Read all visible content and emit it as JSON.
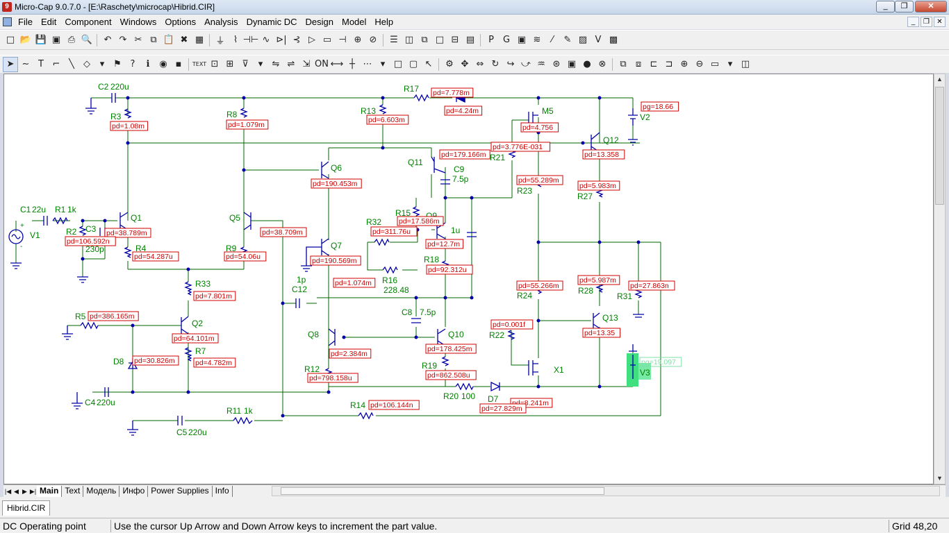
{
  "window": {
    "title": "Micro-Cap 9.0.7.0 - [E:\\Raschety\\microcap\\Hibrid.CIR]",
    "app_icon": "micro-cap-icon",
    "minimize": "_",
    "maximize": "❐",
    "close": "✕"
  },
  "menu": [
    {
      "label": "File"
    },
    {
      "label": "Edit"
    },
    {
      "label": "Component"
    },
    {
      "label": "Windows"
    },
    {
      "label": "Options"
    },
    {
      "label": "Analysis"
    },
    {
      "label": "Dynamic DC"
    },
    {
      "label": "Design"
    },
    {
      "label": "Model"
    },
    {
      "label": "Help"
    }
  ],
  "mdi_controls": {
    "minimize": "_",
    "restore": "❐",
    "close": "✕"
  },
  "toolbar1": [
    {
      "icon": "new-icon",
      "g": "□"
    },
    {
      "icon": "open-icon",
      "g": "📂"
    },
    {
      "icon": "save-icon",
      "g": "💾"
    },
    {
      "icon": "save-all-icon",
      "g": "▣"
    },
    {
      "icon": "print-icon",
      "g": "⎙"
    },
    {
      "icon": "print-preview-icon",
      "g": "🔍"
    },
    {
      "sep": true
    },
    {
      "icon": "undo-icon",
      "g": "↶"
    },
    {
      "icon": "redo-icon",
      "g": "↷"
    },
    {
      "icon": "cut-icon",
      "g": "✂"
    },
    {
      "icon": "copy-icon",
      "g": "⧉"
    },
    {
      "icon": "paste-icon",
      "g": "📋"
    },
    {
      "icon": "delete-icon",
      "g": "✖"
    },
    {
      "icon": "select-all-icon",
      "g": "▦"
    },
    {
      "sep": true
    },
    {
      "icon": "ground-icon",
      "g": "⏚"
    },
    {
      "icon": "resistor-icon",
      "g": "⌇"
    },
    {
      "icon": "capacitor-icon",
      "g": "⊣⊢"
    },
    {
      "icon": "inductor-icon",
      "g": "∿"
    },
    {
      "icon": "diode-icon",
      "g": "⊳|"
    },
    {
      "icon": "npn-icon",
      "g": "⊰"
    },
    {
      "icon": "opamp-icon",
      "g": "▷"
    },
    {
      "icon": "ic-icon",
      "g": "▭"
    },
    {
      "icon": "battery-icon",
      "g": "⊣"
    },
    {
      "icon": "source-icon",
      "g": "⊕"
    },
    {
      "icon": "switch-icon",
      "g": "⊘"
    },
    {
      "sep": true
    },
    {
      "icon": "tile-horizontal-icon",
      "g": "☰"
    },
    {
      "icon": "tile-vertical-icon",
      "g": "◫"
    },
    {
      "icon": "cascade-icon",
      "g": "⧉"
    },
    {
      "icon": "window-icon",
      "g": "□"
    },
    {
      "icon": "split-icon",
      "g": "⊟"
    },
    {
      "icon": "calculator-icon",
      "g": "▤"
    },
    {
      "sep": true
    },
    {
      "icon": "p-icon",
      "g": "P"
    },
    {
      "icon": "g-icon",
      "g": "G"
    },
    {
      "icon": "window-list-icon",
      "g": "▣"
    },
    {
      "icon": "waveform-icon",
      "g": "≋"
    },
    {
      "icon": "wand-icon",
      "g": "⁄"
    },
    {
      "icon": "probe-icon",
      "g": "✎"
    },
    {
      "icon": "chart-icon",
      "g": "▨"
    },
    {
      "icon": "vp-icon",
      "g": "V"
    },
    {
      "icon": "image-icon",
      "g": "▩"
    }
  ],
  "toolbar2": [
    {
      "icon": "select-arrow-icon",
      "g": "➤",
      "pressed": true
    },
    {
      "icon": "wire-icon",
      "g": "∼"
    },
    {
      "icon": "text-tool-icon",
      "g": "T"
    },
    {
      "icon": "wire-bend-icon",
      "g": "⌐"
    },
    {
      "icon": "line-icon",
      "g": "╲"
    },
    {
      "icon": "shape-icon",
      "g": "◇"
    },
    {
      "icon": "shape-dropdown-icon",
      "g": "▾"
    },
    {
      "icon": "flag-icon",
      "g": "⚑"
    },
    {
      "icon": "help-icon",
      "g": "?"
    },
    {
      "icon": "info-icon",
      "g": "ℹ"
    },
    {
      "icon": "globe-icon",
      "g": "◉"
    },
    {
      "icon": "component-icon",
      "g": "▪"
    },
    {
      "sep": true
    },
    {
      "icon": "text-label-icon",
      "g": "TEXT"
    },
    {
      "icon": "attribute-icon",
      "g": "⊡"
    },
    {
      "icon": "node-icon",
      "g": "⊞"
    },
    {
      "icon": "pin-icon",
      "g": "⊽"
    },
    {
      "icon": "pin-dropdown-icon",
      "g": "▾"
    },
    {
      "icon": "flip-icon",
      "g": "⇋"
    },
    {
      "icon": "mirror-icon",
      "g": "⇌"
    },
    {
      "icon": "cursor-icon",
      "g": "⇲"
    },
    {
      "icon": "on-icon",
      "g": "ON"
    },
    {
      "icon": "bus-icon",
      "g": "⟷"
    },
    {
      "icon": "cross-icon",
      "g": "┼"
    },
    {
      "icon": "grid-icon",
      "g": "⋯"
    },
    {
      "icon": "grid-dropdown-icon",
      "g": "▾"
    },
    {
      "icon": "box-icon",
      "g": "□"
    },
    {
      "icon": "page-icon",
      "g": "▢"
    },
    {
      "icon": "arrow-select-icon",
      "g": "↖"
    },
    {
      "sep": true
    },
    {
      "icon": "properties-icon",
      "g": "⚙"
    },
    {
      "icon": "move-icon",
      "g": "✥"
    },
    {
      "icon": "stretch-icon",
      "g": "⇔"
    },
    {
      "icon": "rotate-icon",
      "g": "↻"
    },
    {
      "icon": "step-icon",
      "g": "↪"
    },
    {
      "icon": "arc-icon",
      "g": "⤻"
    },
    {
      "icon": "find-icon",
      "g": "♒"
    },
    {
      "icon": "binoculars-icon",
      "g": "⊛"
    },
    {
      "icon": "check-icon",
      "g": "▣"
    },
    {
      "icon": "run-icon",
      "g": "●"
    },
    {
      "icon": "stop-icon",
      "g": "⊗"
    },
    {
      "sep": true
    },
    {
      "icon": "group-icon",
      "g": "⧉"
    },
    {
      "icon": "ungroup-icon",
      "g": "⧈"
    },
    {
      "icon": "front-icon",
      "g": "⊏"
    },
    {
      "icon": "back-icon",
      "g": "⊐"
    },
    {
      "icon": "zoom-in-icon",
      "g": "⊕"
    },
    {
      "icon": "zoom-out-icon",
      "g": "⊖"
    },
    {
      "icon": "display-icon",
      "g": "▭"
    },
    {
      "icon": "display-dropdown-icon",
      "g": "▾"
    },
    {
      "icon": "camera-icon",
      "g": "◫"
    }
  ],
  "colors": {
    "wire": "#006400",
    "component": "#0000a8",
    "label": "#008000",
    "pd_border": "#d00000",
    "pd_text": "#cc0000",
    "highlight": "#40e080"
  },
  "schematic": {
    "labels": {
      "C2": "C2",
      "C2v": "220u",
      "R3": "R3",
      "R8": "R8",
      "R13": "R13",
      "R17": "R17",
      "M5": "M5",
      "V2": "V2",
      "Q12": "Q12",
      "R21": "R21",
      "Q6": "Q6",
      "Q11": "Q11",
      "C9": "C9",
      "C9v": "7.5p",
      "R23": "R23",
      "R27": "R27",
      "C1": "C1",
      "C1v": "22u",
      "R1": "R1",
      "R1v": "1k",
      "R2": "R2",
      "C3": "C3",
      "C3v": "230p",
      "V1": "V1",
      "Q1": "Q1",
      "Q5": "Q5",
      "R15": "R15",
      "R32": "R32",
      "Q9": "Q9",
      "u1": "1u",
      "R4": "R4",
      "R9": "R9",
      "Q7": "Q7",
      "R18": "R18",
      "R16": "R16",
      "R16v": "228.48",
      "R33": "R33",
      "p1": "1p",
      "C12": "C12",
      "R24": "R24",
      "R28": "R28",
      "R31": "R31",
      "C8": "C8",
      "C8v": "7.5p",
      "R5": "R5",
      "Q2": "Q2",
      "Q13": "Q13",
      "Q8": "Q8",
      "Q10": "Q10",
      "R22": "R22",
      "D8": "D8",
      "R7": "R7",
      "R19": "R19",
      "X1": "X1",
      "V3": "V3",
      "R12": "R12",
      "C4": "C4",
      "C4v": "220u",
      "R20": "R20",
      "R20v": "100",
      "D7": "D7",
      "R14": "R14",
      "R11": "R11",
      "R11v": "1k",
      "C5": "C5",
      "C5v": "220u",
      "plus": "+",
      "minus": "-"
    },
    "pd": {
      "R17": "pd=7.778m",
      "D1": "pd=4.24m",
      "V2": "pg=18.66",
      "R3": "pd=1.08m",
      "R8": "pd=1.079m",
      "R13": "pd=6.603m",
      "M5": "pd=4.756",
      "R21": "pd=3.776E-031",
      "Q12": "pd=13.358",
      "Q11": "pd=179.166m",
      "Q6": "pd=190.453m",
      "R23": "pd=55.289m",
      "R27": "pd=5.983m",
      "R15": "pd=17.586m",
      "R32": "pd=311.76u",
      "Q1": "pd=38.789m",
      "Q5": "pd=38.709m",
      "R2": "pd=106.592n",
      "Q9": "pd=12.7m",
      "R4": "pd=54.287u",
      "R9": "pd=54.06u",
      "Q7": "pd=190.569m",
      "R18": "pd=92.312u",
      "C12": "pd=1.074m",
      "R24": "pd=55.266m",
      "R28": "pd=5.987m",
      "R31": "pd=27.863n",
      "R33": "pd=7.801m",
      "R5": "pd=386.165m",
      "Q2": "pd=64.101m",
      "R22": "pd=0.001f",
      "Q13": "pd=13.35",
      "Q10": "pd=178.425m",
      "Q8": "pd=2.384m",
      "D8": "pd=30.826m",
      "R7": "pd=4.782m",
      "V3": "pg=19.097",
      "R19": "pd=862.508u",
      "R12": "pd=798.158u",
      "D7": "pd=8.241m",
      "R20": "pd=27.829m",
      "R14": "pd=106.144n"
    }
  },
  "sheet_tabs": [
    "Main",
    "Text",
    "Модель",
    "Инфо",
    "Power Supplies",
    "Info"
  ],
  "active_sheet": "Main",
  "file_tab": "Hibrid.CIR",
  "status": {
    "mode": "DC Operating point",
    "hint": "Use the cursor Up Arrow and Down Arrow keys to increment the part value.",
    "grid": "Grid 48,20"
  }
}
